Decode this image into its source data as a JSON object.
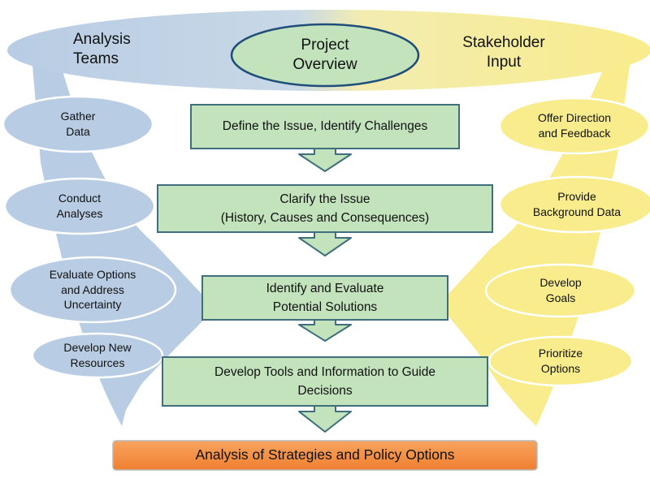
{
  "header": {
    "left_title": [
      "Analysis",
      "Teams"
    ],
    "center_title": [
      "Project",
      "Overview"
    ],
    "right_title": [
      "Stakeholder",
      "Input"
    ]
  },
  "steps": [
    {
      "lines": [
        "Define the Issue, Identify Challenges"
      ]
    },
    {
      "lines": [
        "Clarify the Issue",
        "(History, Causes and Consequences)"
      ]
    },
    {
      "lines": [
        "Identify and Evaluate",
        "Potential Solutions"
      ]
    },
    {
      "lines": [
        "Develop Tools and Information to Guide",
        "Decisions"
      ]
    }
  ],
  "analysis_activities": [
    {
      "lines": [
        "Gather",
        "Data"
      ]
    },
    {
      "lines": [
        "Conduct",
        "Analyses"
      ]
    },
    {
      "lines": [
        "Evaluate Options",
        "and Address",
        "Uncertainty"
      ]
    },
    {
      "lines": [
        "Develop New",
        "Resources"
      ]
    }
  ],
  "stakeholder_activities": [
    {
      "lines": [
        "Offer Direction",
        "and Feedback"
      ]
    },
    {
      "lines": [
        "Provide",
        "Background Data"
      ]
    },
    {
      "lines": [
        "Develop",
        "Goals"
      ]
    },
    {
      "lines": [
        "Prioritize",
        "Options"
      ]
    }
  ],
  "outcome": {
    "label": "Analysis of Strategies and Policy Options"
  },
  "colors": {
    "analysis_blue": "#b8cce4",
    "stakeholder_yellow": "#f8ec8c",
    "step_green": "#c3e3bd",
    "step_border": "#3f6f7d",
    "outcome_orange": "#f48f3f",
    "center_border": "#1f4e79"
  }
}
